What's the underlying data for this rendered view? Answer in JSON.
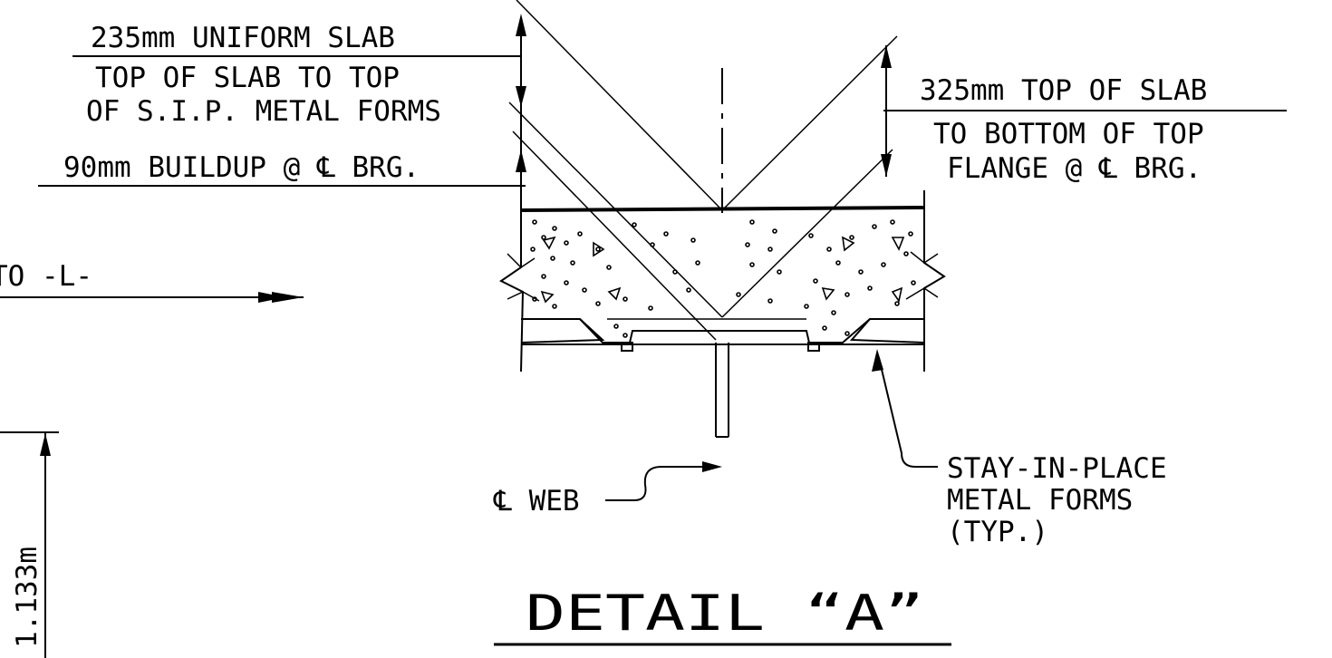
{
  "detail": {
    "title": "DETAIL “A”"
  },
  "labels": {
    "uniform_slab": "235mm UNIFORM SLAB",
    "top_slab_line1": "TOP OF SLAB TO TOP",
    "top_slab_line2": "OF S.I.P. METAL FORMS",
    "buildup": "90mm BUILDUP @ ℄ BRG.",
    "top_of_slab_325": "325mm TOP OF SLAB",
    "to_bottom_line1": "TO BOTTOM OF TOP",
    "to_bottom_line2": "FLANGE @ ℄ BRG.",
    "to_l": "TO -L-",
    "cl_web": "℄ WEB",
    "stay_line1": "STAY-IN-PLACE",
    "stay_line2": "METAL FORMS",
    "stay_line3": "(TYP.)",
    "dimension_1133": "1.133m"
  },
  "icons": [
    "centerline-symbol",
    "arrowhead",
    "break-line",
    "concrete-hatch"
  ]
}
